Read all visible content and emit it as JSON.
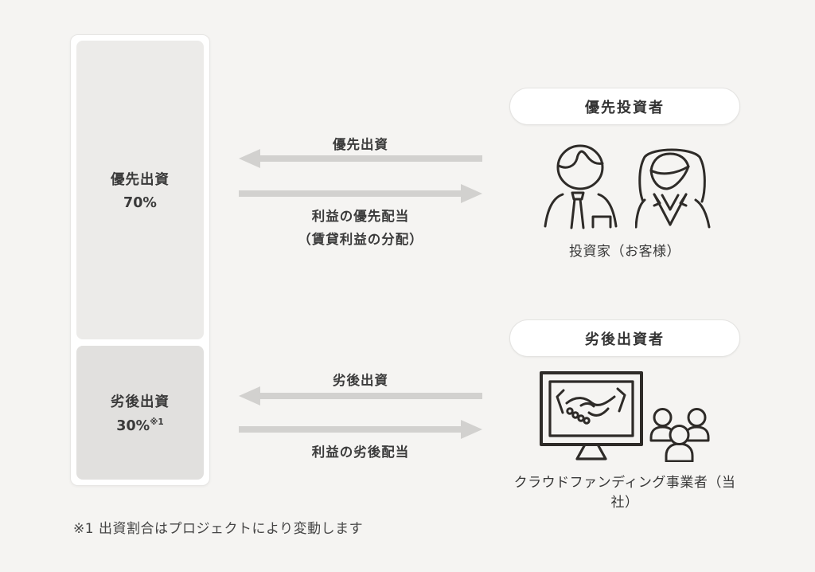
{
  "colors": {
    "background": "#f5f4f2",
    "panel": "#ffffff",
    "senior_box": "#ecebe9",
    "junior_box": "#e1e0de",
    "arrow": "#d2d1cf",
    "text": "#3b3b3b",
    "icon_stroke": "#2e2b28"
  },
  "capital_stack": {
    "senior": {
      "label": "優先出資",
      "value": "70%"
    },
    "junior": {
      "label": "劣後出資",
      "value": "30%",
      "note_marker": "※1"
    }
  },
  "senior_flow": {
    "investment_label": "優先出資",
    "dividend_label": "利益の優先配当",
    "dividend_sublabel": "（賃貸利益の分配）"
  },
  "junior_flow": {
    "investment_label": "劣後出資",
    "dividend_label": "利益の劣後配当"
  },
  "senior_party": {
    "pill_label": "優先投資者",
    "caption": "投資家（お客様）",
    "icons": [
      "businessman-icon",
      "businesswoman-icon"
    ]
  },
  "junior_party": {
    "pill_label": "劣後出資者",
    "caption": "クラウドファンディング事業者（当社）",
    "icons": [
      "monitor-handshake-icon",
      "people-group-icon"
    ]
  },
  "footnote": "※1 出資割合はプロジェクトにより変動します"
}
